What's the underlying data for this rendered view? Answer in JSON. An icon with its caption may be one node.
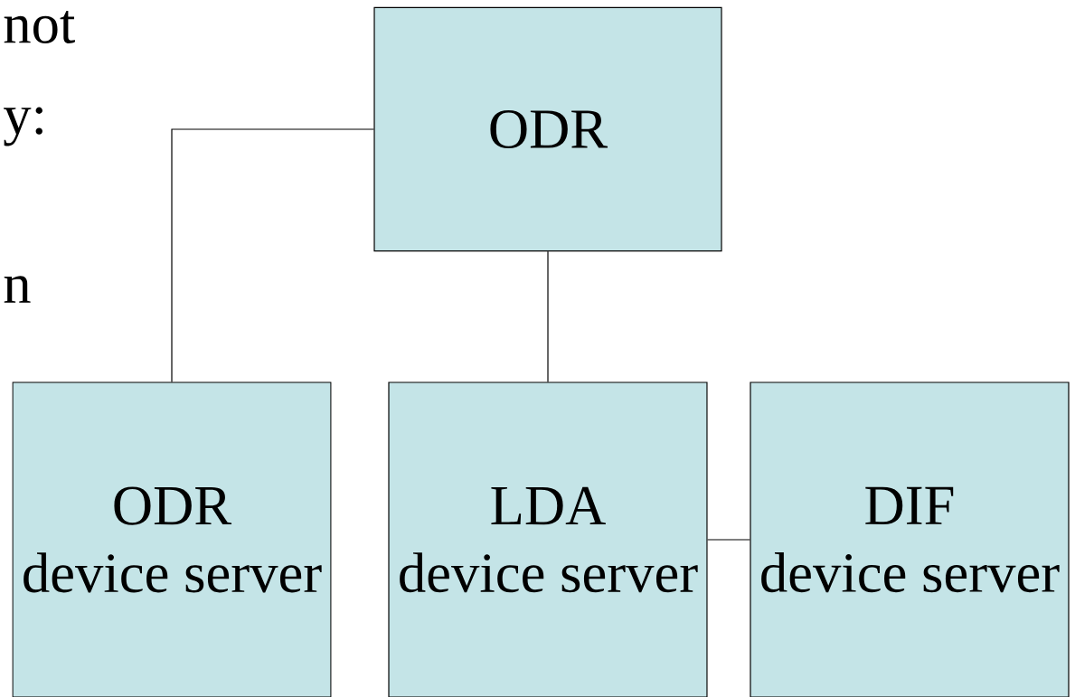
{
  "diagram": {
    "nodes": [
      {
        "text": [
          "ODR"
        ]
      },
      {
        "text": [
          "ODR",
          "device server"
        ]
      },
      {
        "text": [
          "LDA",
          "device server"
        ]
      },
      {
        "text": [
          "DIF",
          "device server"
        ]
      }
    ],
    "edges": [
      {
        "from": 0,
        "to": 1,
        "arrow": "none"
      },
      {
        "from": 0,
        "to": 2,
        "arrow": "none"
      },
      {
        "from": 2,
        "to": 3,
        "arrow": "none"
      }
    ],
    "labels": [
      "not",
      "y:",
      "n"
    ]
  }
}
